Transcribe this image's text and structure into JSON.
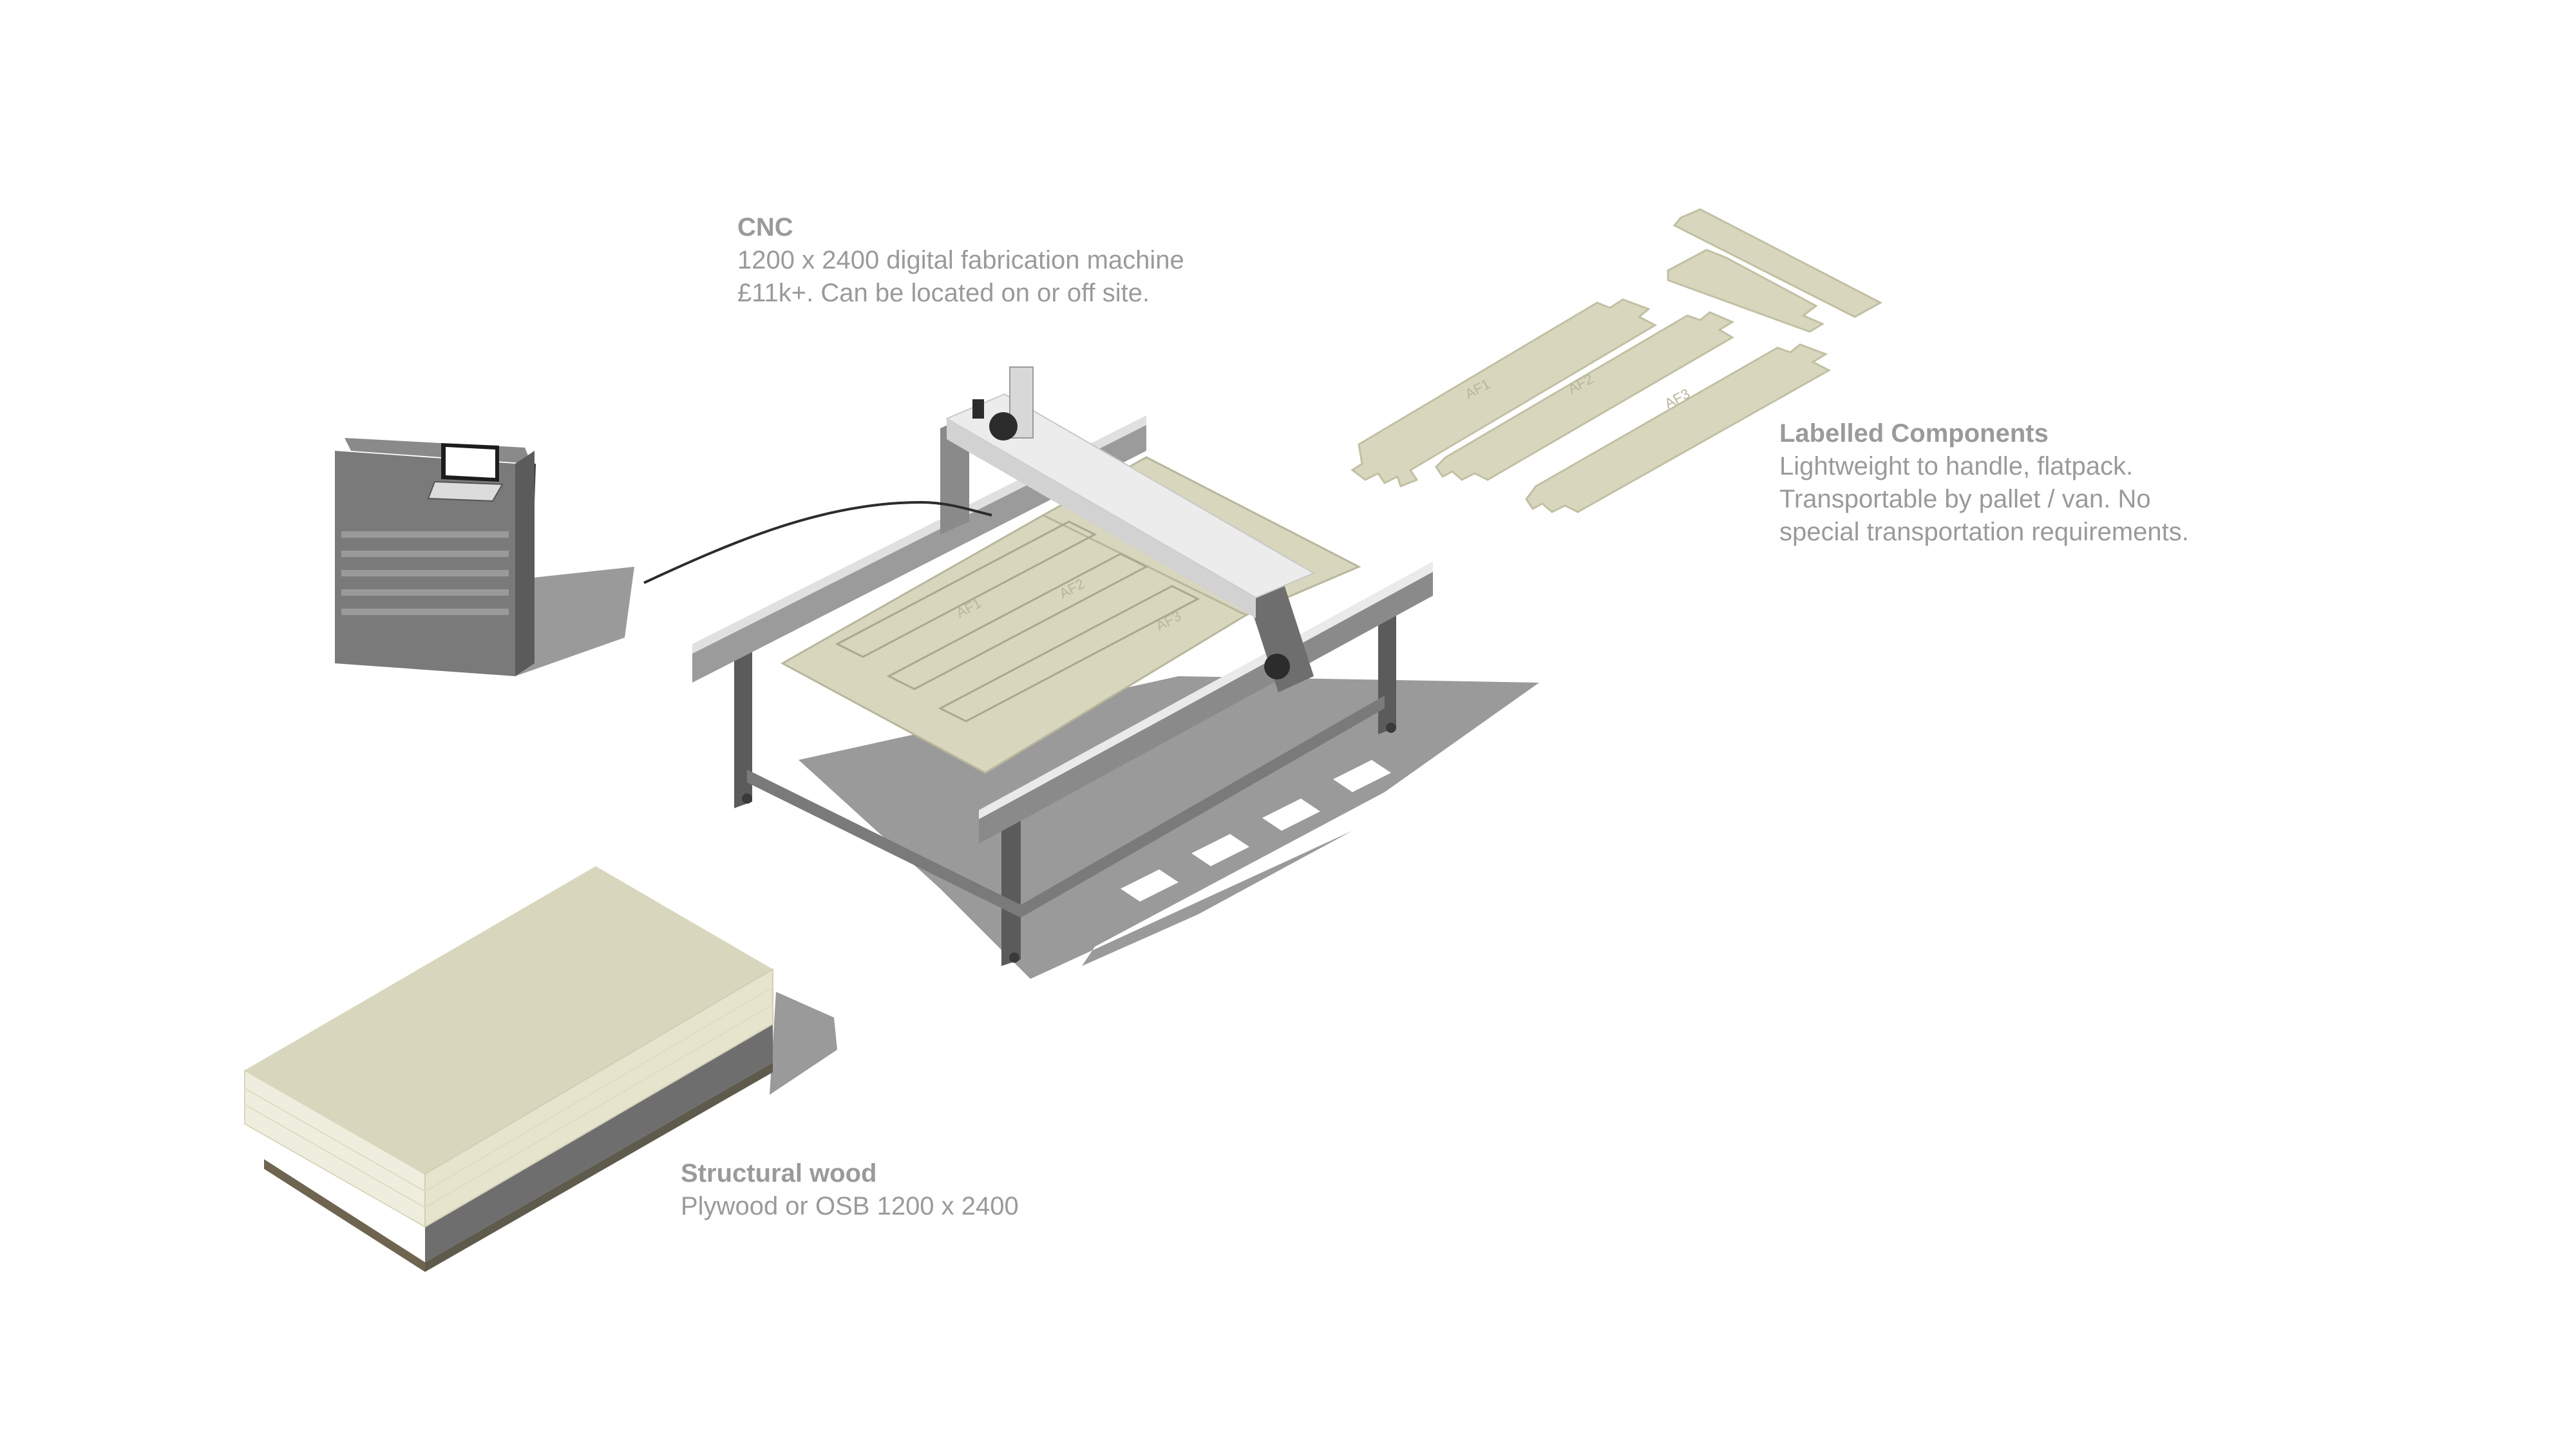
{
  "captions": {
    "cnc": {
      "title": "CNC",
      "lines": [
        "1200 x 2400 digital fabrication machine",
        "£11k+. Can be located on or off site."
      ]
    },
    "components": {
      "title": "Labelled Components",
      "lines": [
        "Lightweight to handle, flatpack.",
        "Transportable by pallet / van. No",
        "special transportation requirements."
      ]
    },
    "wood": {
      "title": "Structural wood",
      "lines": [
        "Plywood or OSB 1200 x 2400"
      ]
    }
  },
  "part_labels": [
    "AF1",
    "AF2",
    "AF3"
  ],
  "colors": {
    "caption_text": "#9a9a9a",
    "plywood": "#d8d6bc",
    "plywood_side": "#efeede",
    "frame_dark": "#5b5b5b",
    "frame_mid": "#8a8a8a",
    "gantry": "#e8e8e8",
    "shadow": "#9a9a9a",
    "cabinet": "#7a7a7a"
  }
}
